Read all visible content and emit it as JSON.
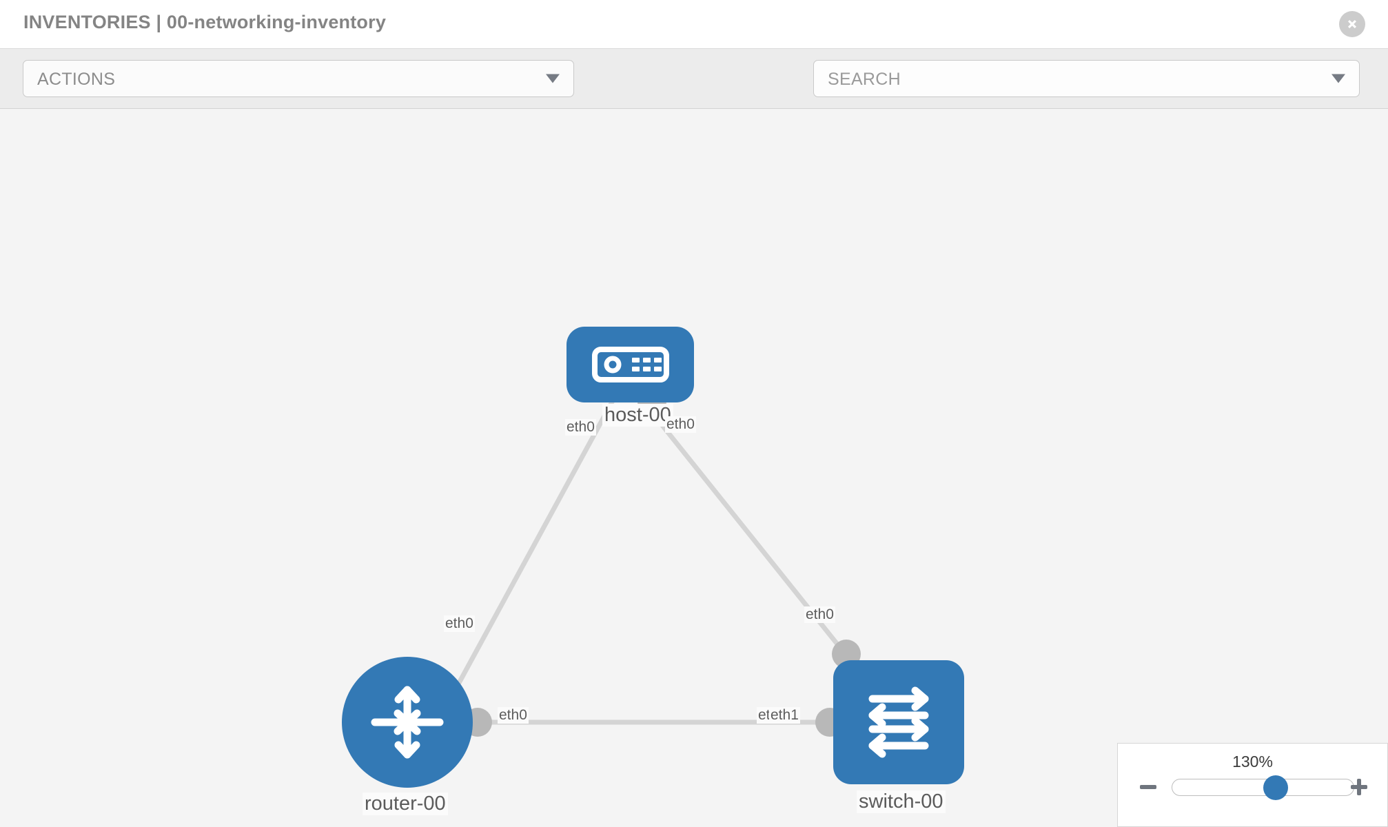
{
  "header": {
    "title": "INVENTORIES | 00-networking-inventory",
    "close_icon": "close-icon"
  },
  "toolbar": {
    "actions_label": "ACTIONS",
    "actions_caret_icon": "chevron-down-icon",
    "wrench_icon": "wrench-icon",
    "key_icon": "key-icon",
    "search_placeholder": "SEARCH",
    "search_caret_icon": "chevron-down-icon"
  },
  "topology": {
    "accent_color": "#3379b5",
    "edge_color": "#d4d4d4",
    "handle_color": "#b8b8b8",
    "nodes": [
      {
        "id": "host-00",
        "label": "host-00",
        "type": "host",
        "icon": "server-icon"
      },
      {
        "id": "router-00",
        "label": "router-00",
        "type": "router",
        "icon": "router-arrows-icon"
      },
      {
        "id": "switch-00",
        "label": "switch-00",
        "type": "switch",
        "icon": "switch-arrows-icon"
      }
    ],
    "interface_labels": [
      {
        "id": "host-left",
        "text": "eth0"
      },
      {
        "id": "host-right",
        "text": "eth0"
      },
      {
        "id": "router-top",
        "text": "eth0"
      },
      {
        "id": "switch-top",
        "text": "eth0"
      },
      {
        "id": "router-right",
        "text": "eth0"
      },
      {
        "id": "switch-left-back",
        "text": "eth0"
      },
      {
        "id": "switch-left-front",
        "text": "eth1"
      }
    ],
    "links": [
      {
        "from": "host-00",
        "from_iface": "eth0",
        "to": "router-00",
        "to_iface": "eth0"
      },
      {
        "from": "host-00",
        "from_iface": "eth0",
        "to": "switch-00",
        "to_iface": "eth0"
      },
      {
        "from": "router-00",
        "from_iface": "eth0",
        "to": "switch-00",
        "to_iface": "eth1"
      }
    ]
  },
  "zoom": {
    "level": "130%",
    "minus_icon": "minus-icon",
    "plus_icon": "plus-icon",
    "thumb_position_percent": 60
  }
}
